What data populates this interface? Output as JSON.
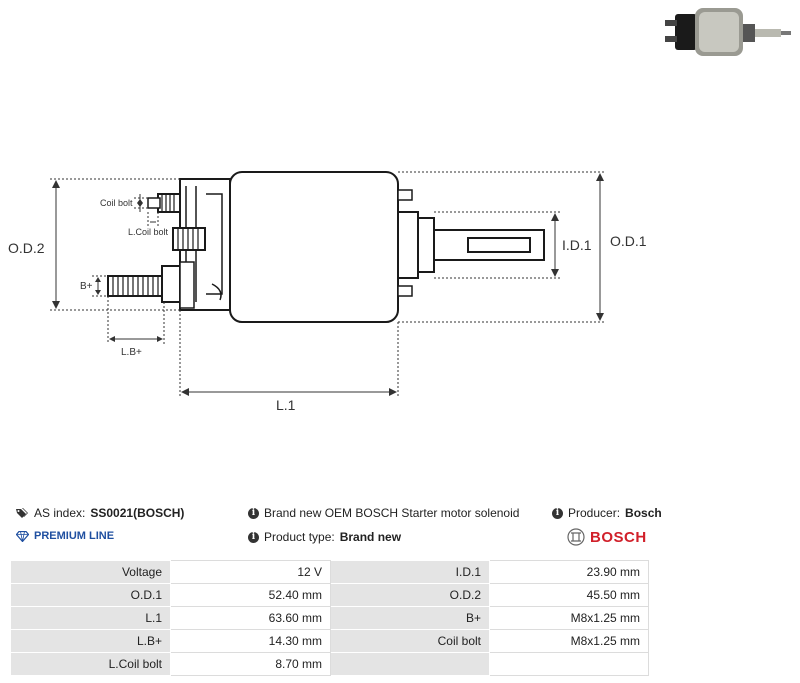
{
  "diagram": {
    "labels": {
      "od2": "O.D.2",
      "od1": "O.D.1",
      "id1": "I.D.1",
      "l1": "L.1",
      "coil_bolt": "Coil bolt",
      "l_coil_bolt": "L.Coil bolt",
      "b_plus": "B+",
      "l_b_plus": "L.B+"
    }
  },
  "info": {
    "as_index_label": "AS index:",
    "as_index_value": "SS0021(BOSCH)",
    "premium_line": "PREMIUM LINE",
    "description": "Brand new OEM BOSCH Starter motor solenoid",
    "product_type_label": "Product type:",
    "product_type_value": "Brand new",
    "producer_label": "Producer:",
    "producer_value": "Bosch",
    "brand_logo_text": "BOSCH"
  },
  "specs": [
    [
      {
        "label": "Voltage",
        "value": "12 V"
      },
      {
        "label": "I.D.1",
        "value": "23.90 mm"
      }
    ],
    [
      {
        "label": "O.D.1",
        "value": "52.40 mm"
      },
      {
        "label": "O.D.2",
        "value": "45.50 mm"
      }
    ],
    [
      {
        "label": "L.1",
        "value": "63.60 mm"
      },
      {
        "label": "B+",
        "value": "M8x1.25 mm"
      }
    ],
    [
      {
        "label": "L.B+",
        "value": "14.30 mm"
      },
      {
        "label": "Coil bolt",
        "value": "M8x1.25 mm"
      }
    ],
    [
      {
        "label": "L.Coil bolt",
        "value": "8.70 mm"
      },
      {
        "label": "",
        "value": ""
      }
    ]
  ],
  "colors": {
    "brand_red": "#d1202a",
    "premium_blue": "#1f4fa0",
    "label_bg": "#e4e4e4"
  }
}
